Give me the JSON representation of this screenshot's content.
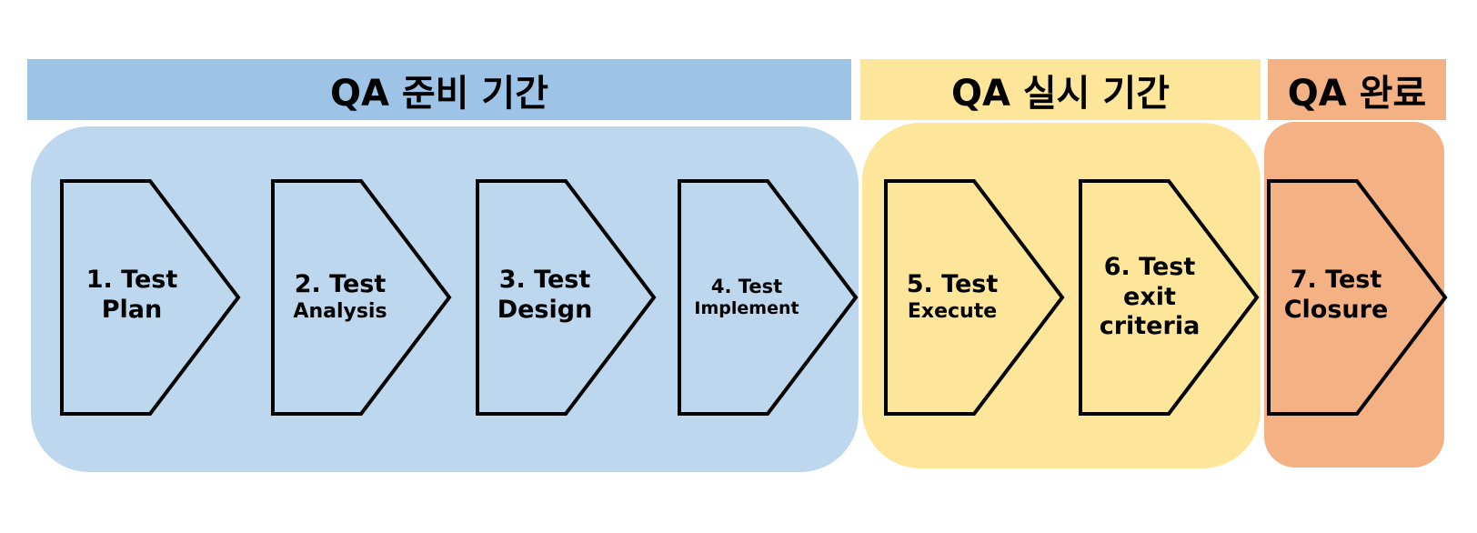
{
  "diagram": {
    "phases": [
      {
        "key": "prep",
        "title": "QA 준비 기간",
        "color": "#9dc3e6",
        "panel_color": "#bdd7ee"
      },
      {
        "key": "exec",
        "title": "QA 실시 기간",
        "color": "#fde599",
        "panel_color": "#fde599"
      },
      {
        "key": "done",
        "title": "QA 완료",
        "color": "#f3b184",
        "panel_color": "#f3b184"
      }
    ],
    "steps": [
      {
        "line1": "1. Test",
        "line2": "Plan"
      },
      {
        "line1": "2. Test",
        "line2": "Analysis"
      },
      {
        "line1": "3. Test",
        "line2": "Design"
      },
      {
        "line1": "4. Test",
        "line2": "Implement"
      },
      {
        "line1": "5. Test",
        "line2": "Execute"
      },
      {
        "line1": "6. Test",
        "line2": "exit",
        "line3": "criteria"
      },
      {
        "line1": "7. Test",
        "line2": "Closure"
      }
    ]
  }
}
